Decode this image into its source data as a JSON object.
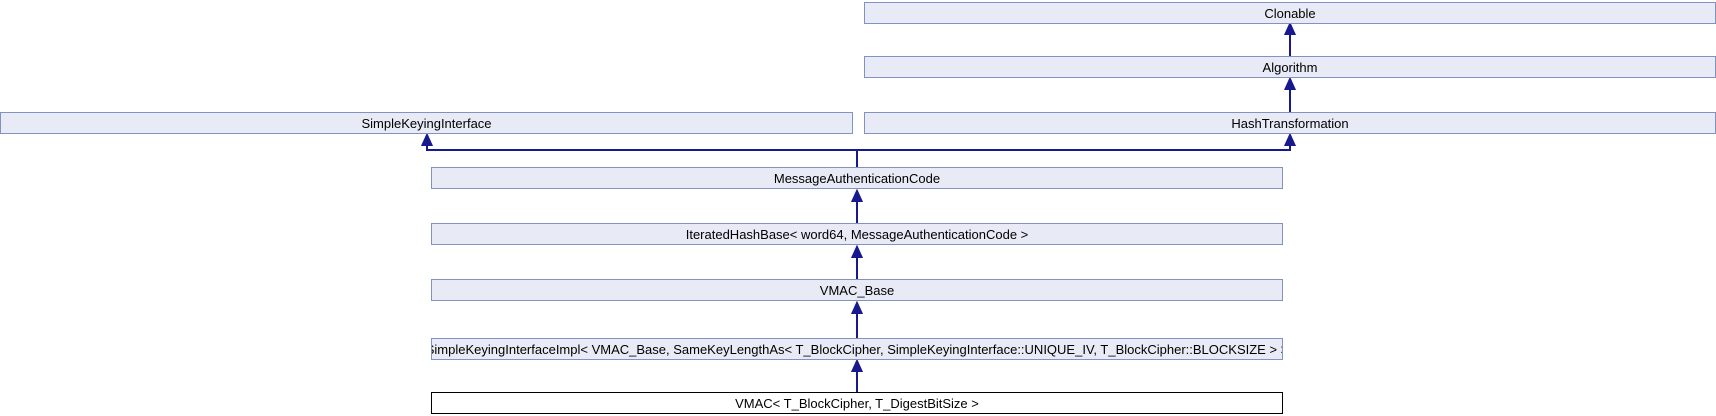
{
  "diagram": {
    "type": "class-inheritance",
    "nodes": [
      {
        "id": "clonable",
        "label": "Clonable",
        "current": false
      },
      {
        "id": "algorithm",
        "label": "Algorithm",
        "current": false
      },
      {
        "id": "simple_keying_interface",
        "label": "SimpleKeyingInterface",
        "current": false
      },
      {
        "id": "hash_transformation",
        "label": "HashTransformation",
        "current": false
      },
      {
        "id": "message_authentication_code",
        "label": "MessageAuthenticationCode",
        "current": false
      },
      {
        "id": "iterated_hash_base",
        "label": "IteratedHashBase< word64, MessageAuthenticationCode >",
        "current": false
      },
      {
        "id": "vmac_base",
        "label": "VMAC_Base",
        "current": false
      },
      {
        "id": "simple_keying_interface_impl",
        "label": "SimpleKeyingInterfaceImpl< VMAC_Base, SameKeyLengthAs< T_BlockCipher, SimpleKeyingInterface::UNIQUE_IV, T_BlockCipher::BLOCKSIZE > >",
        "current": false
      },
      {
        "id": "vmac",
        "label": "VMAC< T_BlockCipher, T_DigestBitSize >",
        "current": true
      }
    ],
    "edges": [
      {
        "from": "algorithm",
        "to": "clonable"
      },
      {
        "from": "hash_transformation",
        "to": "algorithm"
      },
      {
        "from": "message_authentication_code",
        "to": "simple_keying_interface"
      },
      {
        "from": "message_authentication_code",
        "to": "hash_transformation"
      },
      {
        "from": "iterated_hash_base",
        "to": "message_authentication_code"
      },
      {
        "from": "vmac_base",
        "to": "iterated_hash_base"
      },
      {
        "from": "simple_keying_interface_impl",
        "to": "vmac_base"
      },
      {
        "from": "vmac",
        "to": "simple_keying_interface_impl"
      }
    ],
    "colors": {
      "node_fill": "#e8ebf6",
      "node_border": "#8293c3",
      "current_node_fill": "#ffffff",
      "current_node_border": "#000000",
      "edge": "#18188f",
      "text": "#000000",
      "background": "#ffffff"
    }
  }
}
